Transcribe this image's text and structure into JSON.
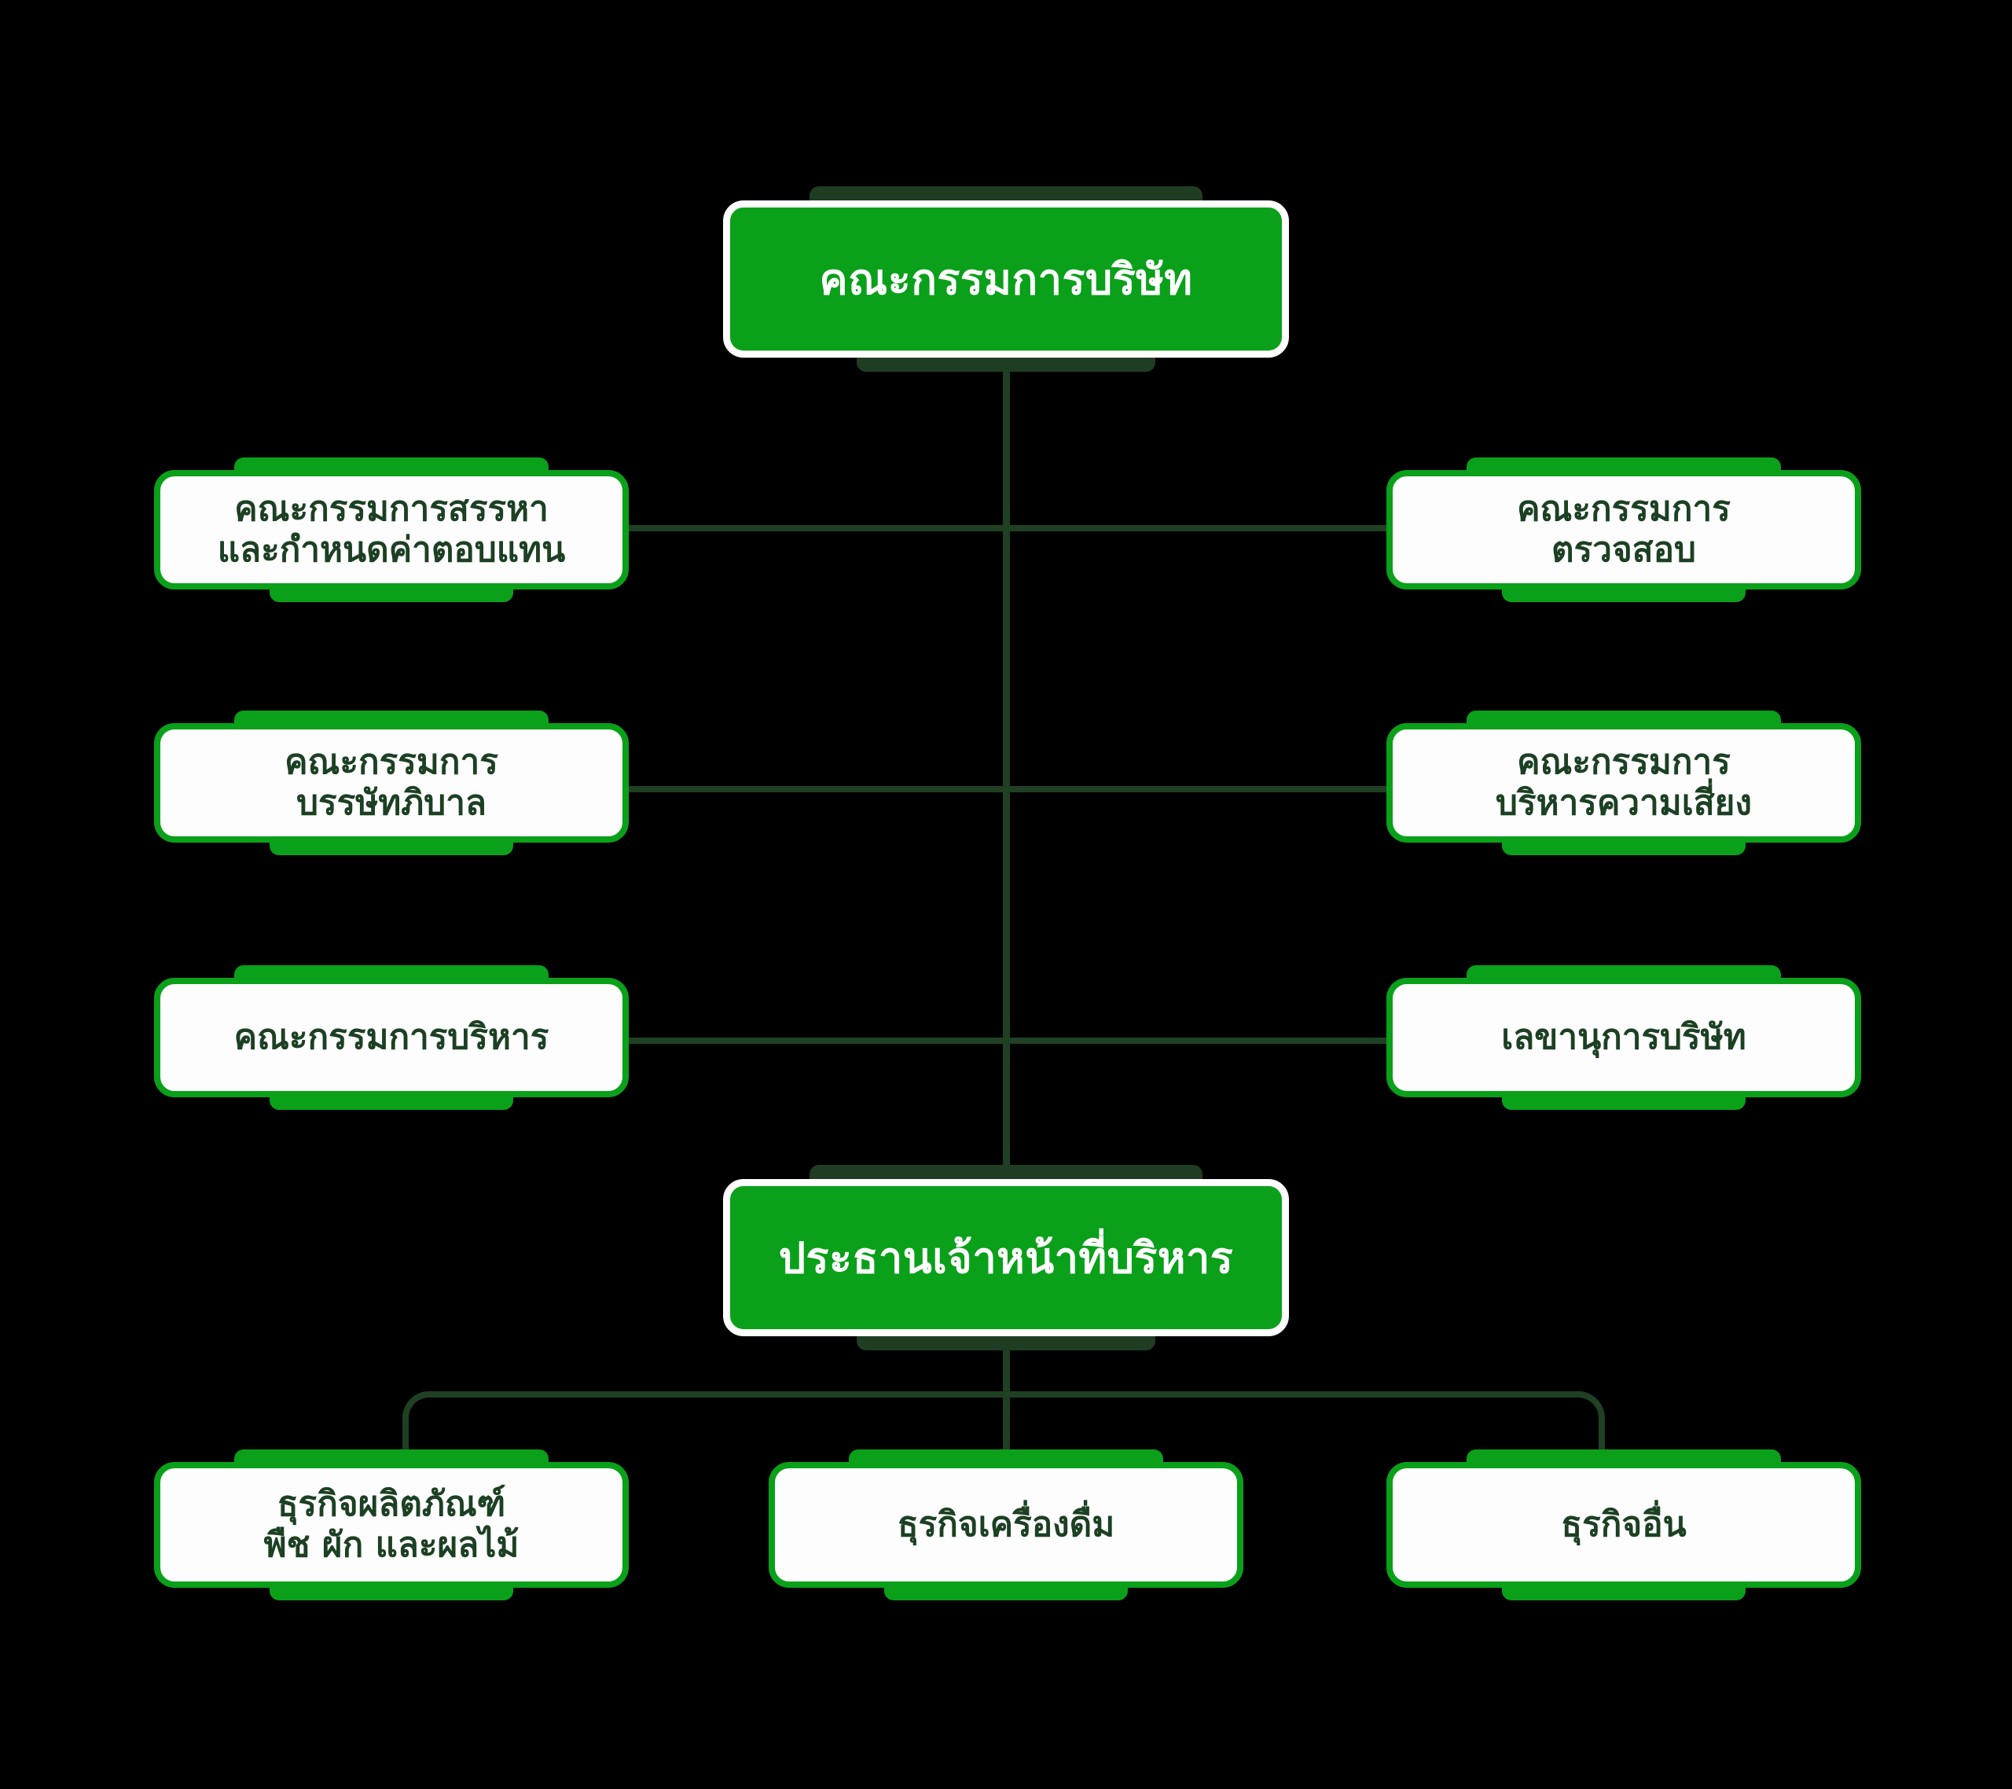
{
  "diagram": {
    "type": "organization-chart",
    "language": "th",
    "background_color": "#000000",
    "colors": {
      "primary_fill": "#0aa01a",
      "primary_text": "#ffffff",
      "primary_outline": "#ffffff",
      "primary_tab": "#1f3d22",
      "secondary_fill": "#fdfdfd",
      "secondary_text": "#1c4023",
      "secondary_outline": "#0aa01a",
      "secondary_tab": "#0aa01a",
      "connector": "#1f4023"
    },
    "nodes": {
      "board": {
        "label": "คณะกรรมการบริษัท",
        "level": "primary"
      },
      "nomination_remuneration": {
        "label": "คณะกรรมการสรรหา\nและกำหนดค่าตอบแทน",
        "level": "secondary"
      },
      "audit": {
        "label": "คณะกรรมการ\nตรวจสอบ",
        "level": "secondary"
      },
      "corporate_governance": {
        "label": "คณะกรรมการ\nบรรษัทภิบาล",
        "level": "secondary"
      },
      "risk_management": {
        "label": "คณะกรรมการ\nบริหารความเสี่ยง",
        "level": "secondary"
      },
      "executive_committee": {
        "label": "คณะกรรมการบริหาร",
        "level": "secondary"
      },
      "company_secretary": {
        "label": "เลขานุการบริษัท",
        "level": "secondary"
      },
      "ceo": {
        "label": "ประธานเจ้าหน้าที่บริหาร",
        "level": "primary"
      },
      "business_produce": {
        "label": "ธุรกิจผลิตภัณฑ์\nพืช ผัก และผลไม้",
        "level": "secondary"
      },
      "business_beverage": {
        "label": "ธุรกิจเครื่องดื่ม",
        "level": "secondary"
      },
      "business_other": {
        "label": "ธุรกิจอื่น",
        "level": "secondary"
      }
    }
  }
}
